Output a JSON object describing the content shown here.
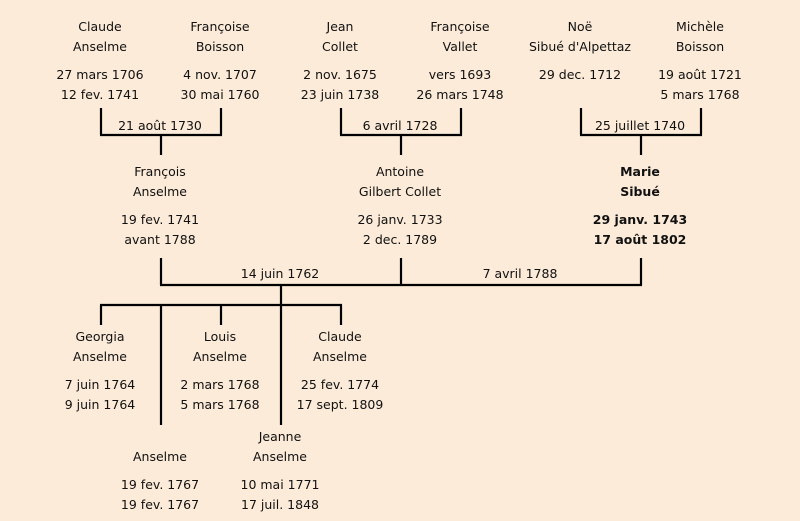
{
  "persons": [
    {
      "id": "claude-anselme-sr",
      "name1": "Claude",
      "name2": "Anselme",
      "birth": "27 mars 1706",
      "death": "12 fev. 1741"
    },
    {
      "id": "francoise-boisson",
      "name1": "Françoise",
      "name2": "Boisson",
      "birth": "4 nov. 1707",
      "death": "30 mai 1760"
    },
    {
      "id": "jean-collet",
      "name1": "Jean",
      "name2": "Collet",
      "birth": "2 nov. 1675",
      "death": "23 juin 1738"
    },
    {
      "id": "francoise-vallet",
      "name1": "Françoise",
      "name2": "Vallet",
      "birth": "vers 1693",
      "death": "26 mars 1748"
    },
    {
      "id": "noe-sibue",
      "name1": "Noë",
      "name2": "Sibué d'Alpettaz",
      "birth": "29 dec. 1712",
      "death": ""
    },
    {
      "id": "michele-boisson",
      "name1": "Michèle",
      "name2": "Boisson",
      "birth": "19 août 1721",
      "death": "5 mars 1768"
    },
    {
      "id": "francois-anselme",
      "name1": "François",
      "name2": "Anselme",
      "birth": "19 fev. 1741",
      "death": "avant 1788"
    },
    {
      "id": "antoine-collet",
      "name1": "Antoine",
      "name2": "Gilbert Collet",
      "birth": "26 janv. 1733",
      "death": "2 dec. 1789"
    },
    {
      "id": "marie-sibue",
      "name1": "Marie",
      "name2": "Sibué",
      "birth": "29 janv. 1743",
      "death": "17 août 1802",
      "bold": true
    },
    {
      "id": "georgia-anselme",
      "name1": "Georgia",
      "name2": "Anselme",
      "birth": "7 juin 1764",
      "death": "9 juin 1764"
    },
    {
      "id": "louis-anselme",
      "name1": "Louis",
      "name2": "Anselme",
      "birth": "2 mars 1768",
      "death": "5 mars 1768"
    },
    {
      "id": "claude-anselme-jr",
      "name1": "Claude",
      "name2": "Anselme",
      "birth": "25 fev. 1774",
      "death": "17 sept. 1809"
    },
    {
      "id": "anselme-unnamed",
      "name1": "",
      "name2": "Anselme",
      "birth": "19 fev. 1767",
      "death": "19 fev. 1767"
    },
    {
      "id": "jeanne-anselme",
      "name1": "Jeanne",
      "name2": "Anselme",
      "birth": "10 mai 1771",
      "death": "17 juil. 1848"
    }
  ],
  "marriages": [
    {
      "id": "marriage-anselme-boisson",
      "date": "21 août 1730"
    },
    {
      "id": "marriage-collet-vallet",
      "date": "6 avril 1728"
    },
    {
      "id": "marriage-sibue-boisson",
      "date": "25 juillet 1740"
    },
    {
      "id": "marriage-francois-marie",
      "date": "14 juin 1762"
    },
    {
      "id": "marriage-antoine-marie",
      "date": "7 avril 1788"
    }
  ]
}
